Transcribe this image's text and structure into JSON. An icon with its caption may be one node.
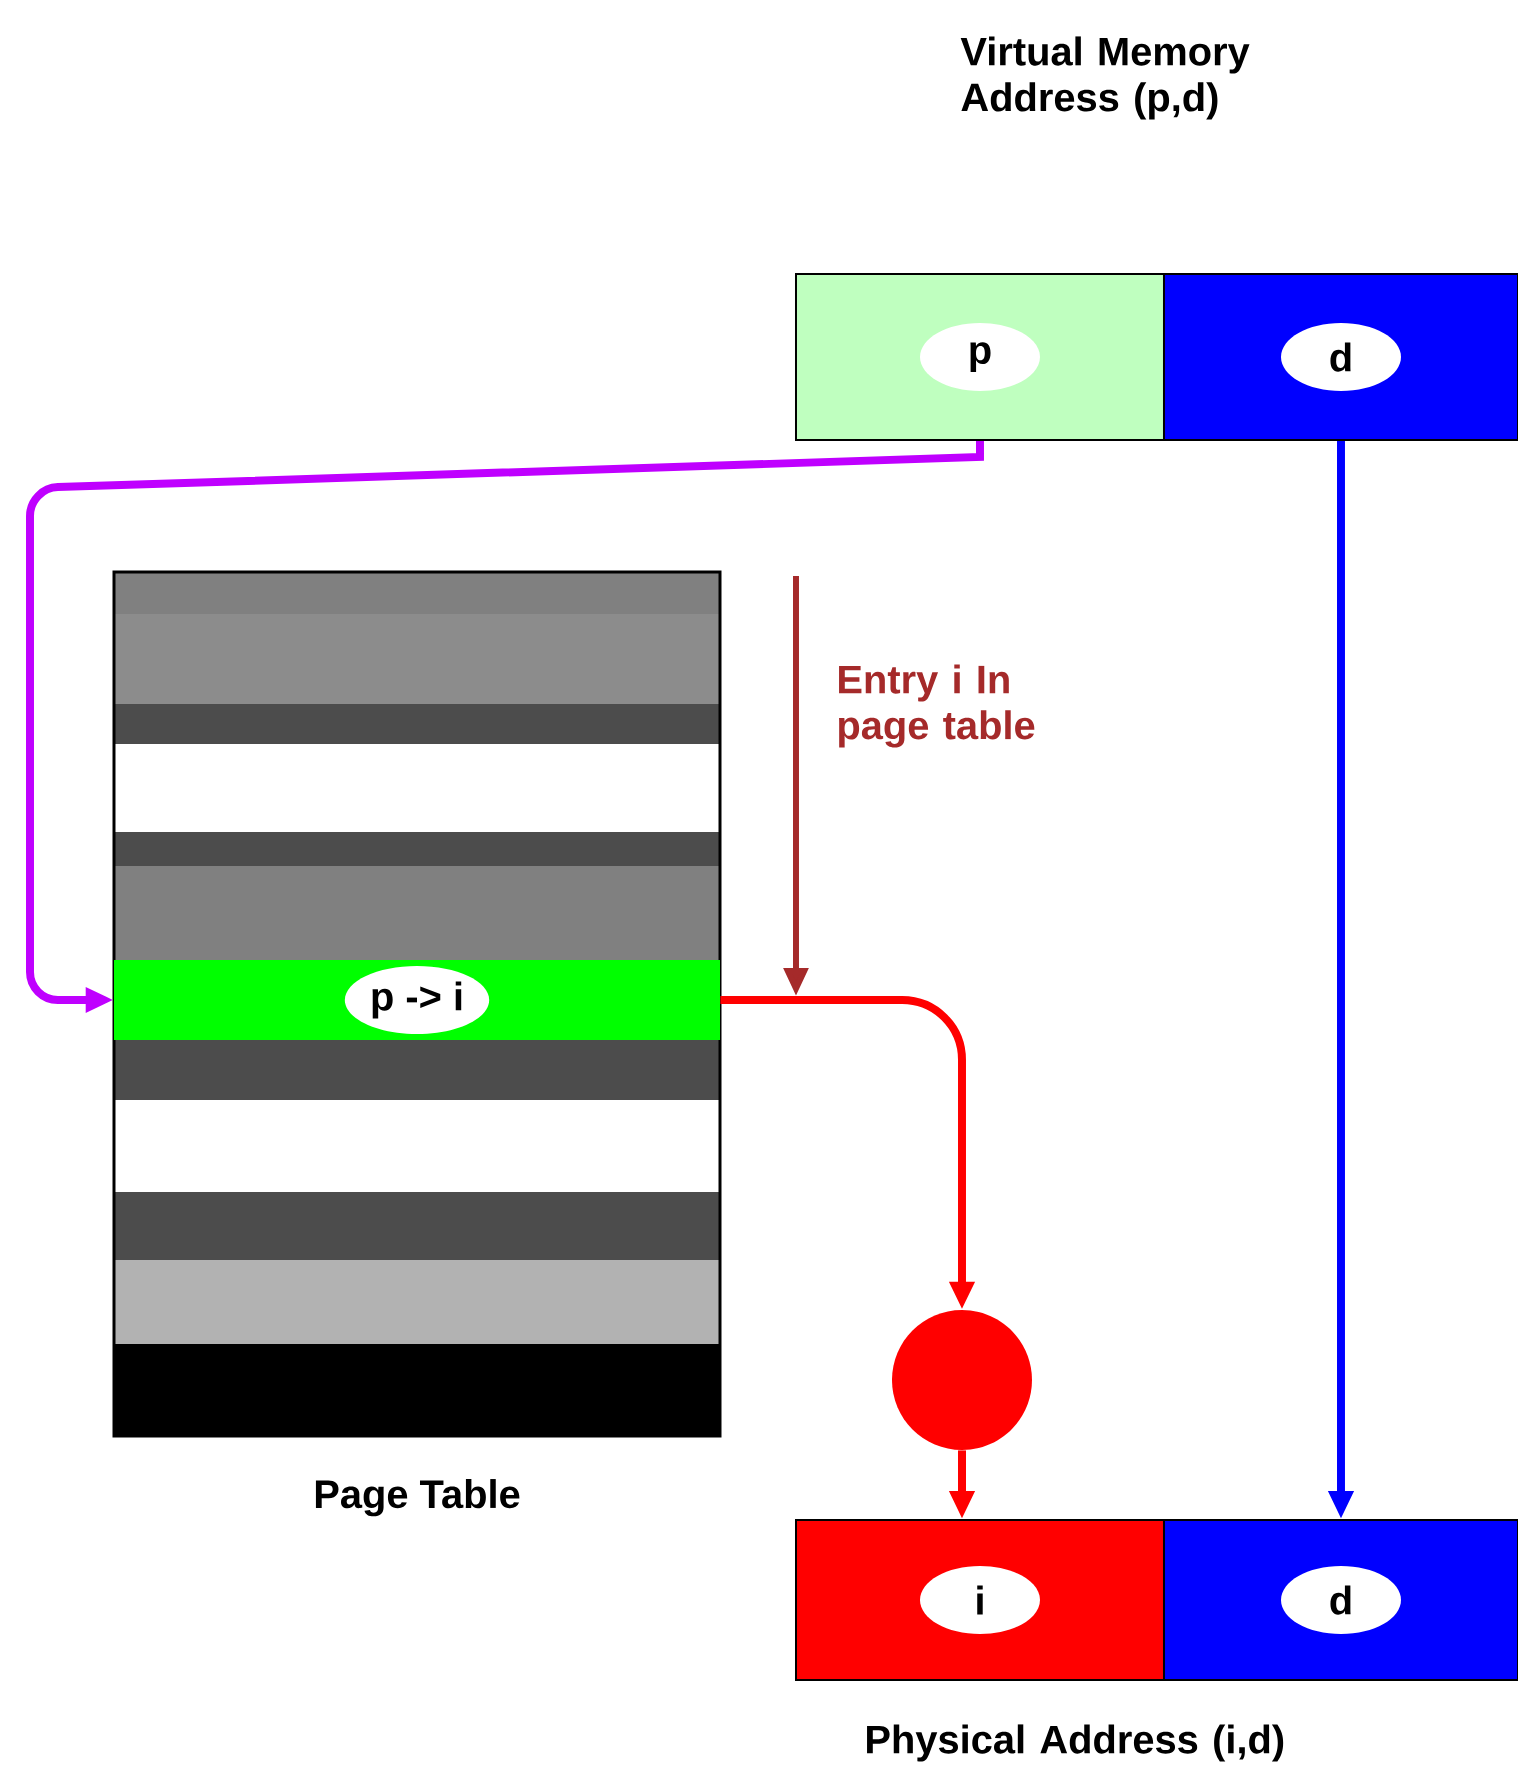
{
  "diagram": {
    "nodes": [
      {
        "text": [
          "p"
        ]
      },
      {
        "text": [
          "d"
        ]
      },
      {
        "text": [
          "Page Table"
        ]
      },
      {
        "text": [
          "p -> i"
        ],
        "in": 2
      },
      {
        "text": [],
        "shape": "circle"
      },
      {
        "text": [
          "i"
        ]
      },
      {
        "text": [
          "d"
        ]
      }
    ],
    "edges": [
      {
        "from": 0,
        "to": 3,
        "arrow": "to",
        "color": "#bf00ff"
      },
      {
        "from": 3,
        "to": 4,
        "arrow": "to"
      },
      {
        "from": 4,
        "to": 5,
        "arrow": "to"
      },
      {
        "from": 1,
        "to": 6,
        "arrow": "to",
        "color": "#0000ff"
      }
    ],
    "labels": [
      "Virtual Memory Address (p,d)",
      "Entry i In page table",
      "Physical Address (i,d)"
    ]
  }
}
